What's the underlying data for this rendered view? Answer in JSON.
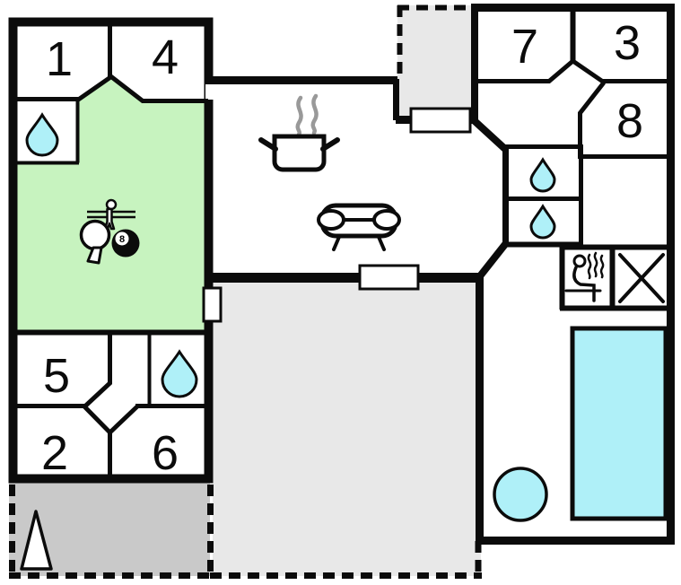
{
  "floor_plan": {
    "title": "holiday-house-floor-plan",
    "rooms": [
      {
        "number": "1",
        "wing": "left",
        "type": "bedroom"
      },
      {
        "number": "4",
        "wing": "left",
        "type": "bedroom"
      },
      {
        "number": "7",
        "wing": "right",
        "type": "bedroom"
      },
      {
        "number": "3",
        "wing": "right",
        "type": "bedroom"
      },
      {
        "number": "8",
        "wing": "right",
        "type": "bedroom"
      },
      {
        "number": "5",
        "wing": "left",
        "type": "bedroom"
      },
      {
        "number": "2",
        "wing": "left",
        "type": "bedroom"
      },
      {
        "number": "6",
        "wing": "left",
        "type": "bedroom"
      }
    ],
    "features": {
      "eight_ball_label": "8",
      "icon_names": [
        "water-drop",
        "water-drop",
        "water-drop",
        "water-drop",
        "cooking-pot",
        "steam",
        "sofa",
        "foosball-player",
        "table-tennis-paddle",
        "billiard-8-ball",
        "sauna-person",
        "crossed-out-room",
        "swimming-pool",
        "hot-tub",
        "conifer-tree"
      ],
      "areas": [
        "game-room",
        "living-room-kitchen",
        "entrance-porch",
        "center-terrace",
        "outdoor-area",
        "pool-room",
        "sauna",
        "bathrooms"
      ]
    },
    "colors": {
      "game_room": "#c7f3bf",
      "water": "#aff0f8",
      "terrace": "#e8e8e8",
      "outdoor": "#c9c9c9",
      "steam": "#999999",
      "wall": "#0b0b0b",
      "background": "#ffffff"
    }
  }
}
